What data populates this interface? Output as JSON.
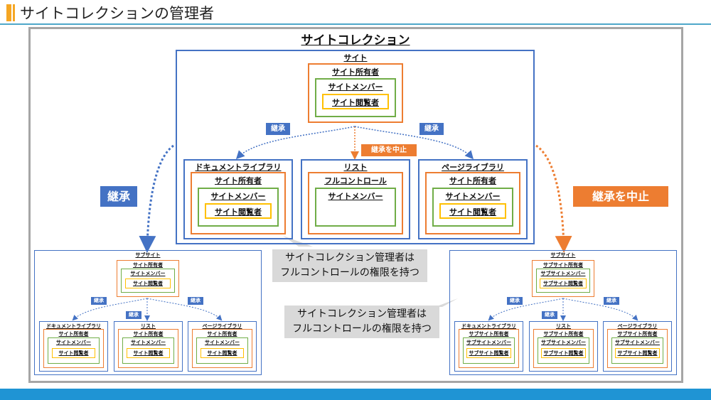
{
  "slide": {
    "title": "サイトコレクションの管理者"
  },
  "collection": {
    "title": "サイトコレクション"
  },
  "site": {
    "label": "サイト",
    "owner": "サイト所有者",
    "member": "サイトメンバー",
    "visitor": "サイト閲覧者",
    "inherit_left": "継承",
    "inherit_right": "継承",
    "stop_inherit": "継承を中止",
    "doclib": {
      "label": "ドキュメントライブラリ",
      "owner": "サイト所有者",
      "member": "サイトメンバー",
      "visitor": "サイト閲覧者"
    },
    "list": {
      "label": "リスト",
      "full_control": "フルコントロール",
      "member": "サイトメンバー"
    },
    "pagelib": {
      "label": "ページライブラリ",
      "owner": "サイト所有者",
      "member": "サイトメンバー",
      "visitor": "サイト閲覧者"
    }
  },
  "big_inherit": "継承",
  "big_stop_inherit": "継承を中止",
  "callout": {
    "line1": "サイトコレクション管理者は",
    "line2": "フルコントロールの権限を持つ"
  },
  "subsite_left": {
    "label": "サブサイト",
    "owner": "サイト所有者",
    "member": "サイトメンバー",
    "visitor": "サイト閲覧者",
    "inherit_a": "継承",
    "inherit_b": "継承",
    "inherit_c": "継承",
    "doclib": {
      "label": "ドキュメントライブラリ",
      "owner": "サイト所有者",
      "member": "サイトメンバー",
      "visitor": "サイト閲覧者"
    },
    "list": {
      "label": "リスト",
      "owner": "サイト所有者",
      "member": "サイトメンバー",
      "visitor": "サイト閲覧者"
    },
    "pagelib": {
      "label": "ページライブラリ",
      "owner": "サイト所有者",
      "member": "サイトメンバー",
      "visitor": "サイト閲覧者"
    }
  },
  "subsite_right": {
    "label": "サブサイト",
    "owner": "サブサイト所有者",
    "member": "サブサイトメンバー",
    "visitor": "サブサイト閲覧者",
    "inherit_a": "継承",
    "inherit_b": "継承",
    "inherit_c": "継承",
    "doclib": {
      "label": "ドキュメントライブラリ",
      "owner": "サブサイト所有者",
      "member": "サブサイトメンバー",
      "visitor": "サブサイト閲覧者"
    },
    "list": {
      "label": "リスト",
      "owner": "サブサイト所有者",
      "member": "サブサイトメンバー",
      "visitor": "サブサイト閲覧者"
    },
    "pagelib": {
      "label": "ページライブラリ",
      "owner": "サブサイト所有者",
      "member": "サブサイトメンバー",
      "visitor": "サブサイト閲覧者"
    }
  },
  "colors": {
    "blue": "#4472c4",
    "orange": "#ed7d31",
    "green": "#70ad47",
    "yellow": "#ffc000",
    "gray_callout": "#d9d9d9",
    "footer": "#1f94d4"
  }
}
